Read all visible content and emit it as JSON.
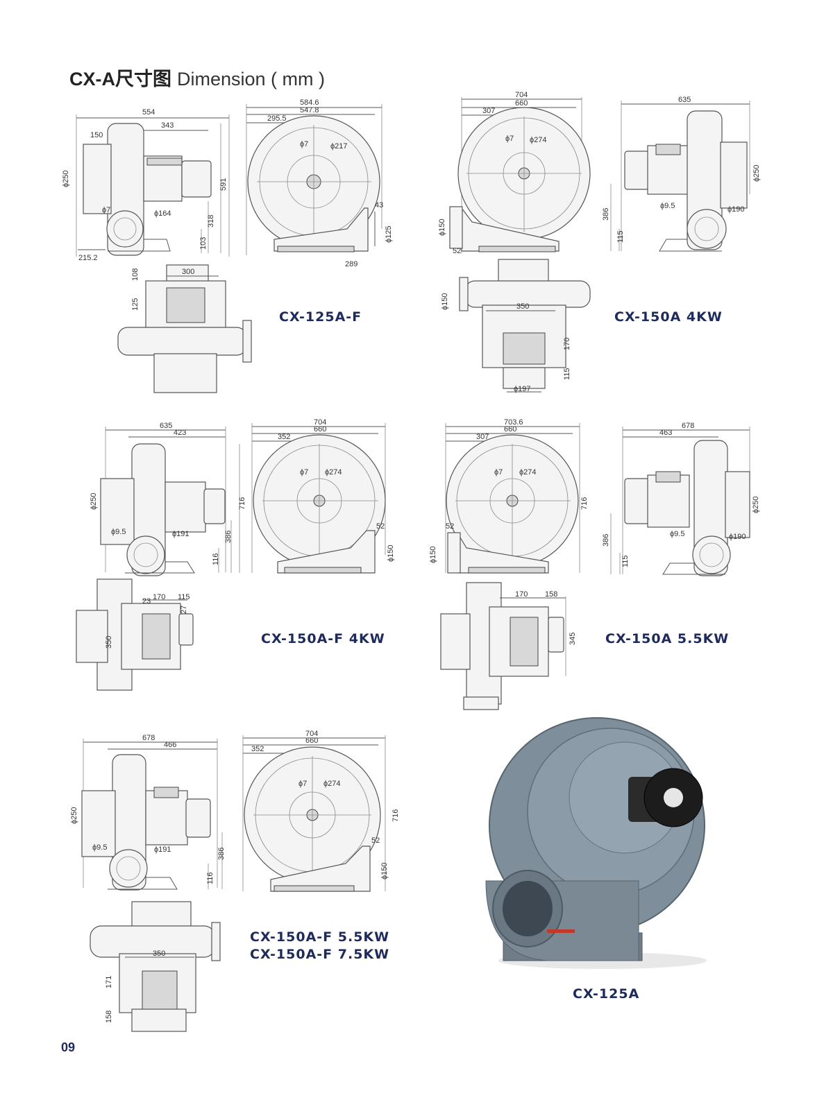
{
  "page": {
    "title_bold": "CX-A尺寸图",
    "title_light": "Dimension ( mm )",
    "page_number": "09"
  },
  "models": [
    "CX-125A-F",
    "CX-150A 4KW",
    "CX-150A-F 4KW",
    "CX-150A 5.5KW",
    "CX-150A-F 5.5KW",
    "CX-150A-F 7.5KW",
    "CX-125A"
  ],
  "dims": {
    "m1_side": [
      "554",
      "150",
      "343",
      "ϕ250",
      "591",
      "ϕ7",
      "ϕ164",
      "318",
      "103",
      "215.2"
    ],
    "m1_front": [
      "584.6",
      "547.8",
      "295.5",
      "ϕ7",
      "ϕ217",
      "43",
      "ϕ125",
      "289"
    ],
    "m1_top": [
      "300",
      "108",
      "125"
    ],
    "m2_front": [
      "704",
      "660",
      "307",
      "ϕ7",
      "ϕ274",
      "ϕ150",
      "52"
    ],
    "m2_side": [
      "635",
      "ϕ250",
      "ϕ9.5",
      "ϕ190",
      "386",
      "115"
    ],
    "m2_top": [
      "ϕ150",
      "350",
      "170",
      "115",
      "ϕ197"
    ],
    "m3_side": [
      "635",
      "423",
      "ϕ250",
      "ϕ9.5",
      "ϕ191",
      "716",
      "386",
      "116"
    ],
    "m3_front": [
      "704",
      "660",
      "352",
      "ϕ7",
      "ϕ274",
      "52",
      "ϕ150"
    ],
    "m3_top": [
      "23",
      "170",
      "115",
      "27",
      "350"
    ],
    "m4_front": [
      "703.6",
      "660",
      "307",
      "ϕ7",
      "ϕ274",
      "716",
      "52",
      "ϕ150"
    ],
    "m4_side": [
      "678",
      "463",
      "ϕ250",
      "ϕ9.5",
      "ϕ190",
      "386",
      "115"
    ],
    "m4_top": [
      "170",
      "158",
      "345"
    ],
    "m5_side": [
      "678",
      "466",
      "ϕ250",
      "ϕ9.5",
      "ϕ191",
      "386",
      "116"
    ],
    "m5_front": [
      "704",
      "660",
      "352",
      "ϕ7",
      "ϕ274",
      "716",
      "52",
      "ϕ150"
    ],
    "m5_top": [
      "350",
      "171",
      "158"
    ]
  }
}
